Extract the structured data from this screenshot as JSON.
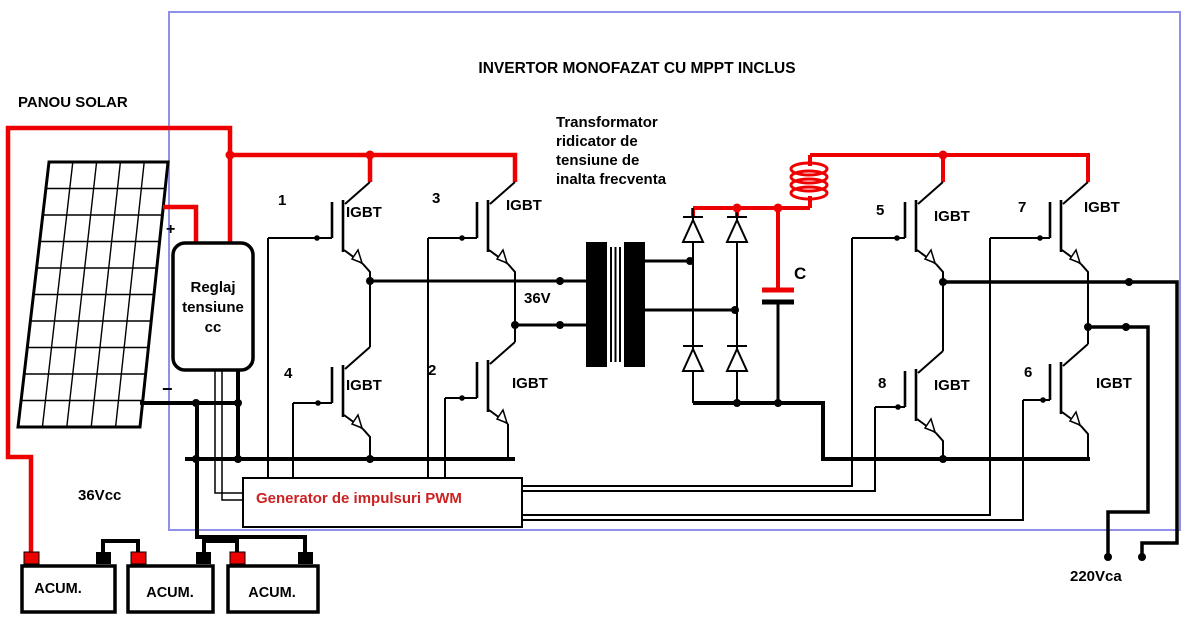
{
  "colors": {
    "wire_red": "#ee0000",
    "text_red": "#cc2222",
    "border_blue": "#9090e8",
    "black": "#000000"
  },
  "title": "INVERTOR MONOFAZAT CU MPPT INCLUS",
  "labels": {
    "panel": "PANOU SOLAR",
    "transformer": [
      "Transformator",
      "ridicator de",
      "tensiune de",
      "inalta frecventa"
    ],
    "reglaj": [
      "Reglaj",
      "tensiune",
      "cc"
    ],
    "pwm": "Generator de impulsuri PWM",
    "dc_voltage": "36Vcc",
    "bridge_voltage": "36V",
    "ac_voltage": "220Vca",
    "capacitor": "C",
    "plus": "+",
    "minus": "−"
  },
  "igbts": [
    {
      "num": "1",
      "label": "IGBT"
    },
    {
      "num": "3",
      "label": "IGBT"
    },
    {
      "num": "4",
      "label": "IGBT"
    },
    {
      "num": "2",
      "label": "IGBT"
    },
    {
      "num": "5",
      "label": "IGBT"
    },
    {
      "num": "7",
      "label": "IGBT"
    },
    {
      "num": "8",
      "label": "IGBT"
    },
    {
      "num": "6",
      "label": "IGBT"
    }
  ],
  "batteries": [
    {
      "label": "ACUM."
    },
    {
      "label": "ACUM."
    },
    {
      "label": "ACUM."
    }
  ]
}
